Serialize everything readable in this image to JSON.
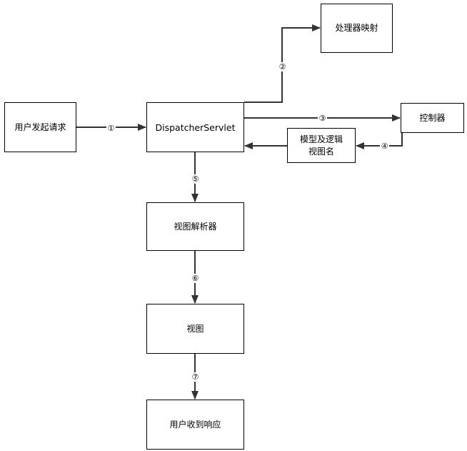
{
  "nodes": {
    "user_request": "用户发起请求",
    "dispatcher_servlet": "DispatcherServlet",
    "handler_mapping": "处理器映射",
    "controller": "控制器",
    "model_view_name": "模型及逻辑\n视图名",
    "view_resolver": "视图解析器",
    "view": "视图",
    "user_response": "用户收到响应"
  },
  "steps": {
    "s1": "①",
    "s2": "②",
    "s3": "③",
    "s4": "④",
    "s5": "⑤",
    "s6": "⑥",
    "s7": "⑦"
  },
  "colors": {
    "line": "#333333",
    "border": "#000000",
    "background": "#ffffff"
  }
}
